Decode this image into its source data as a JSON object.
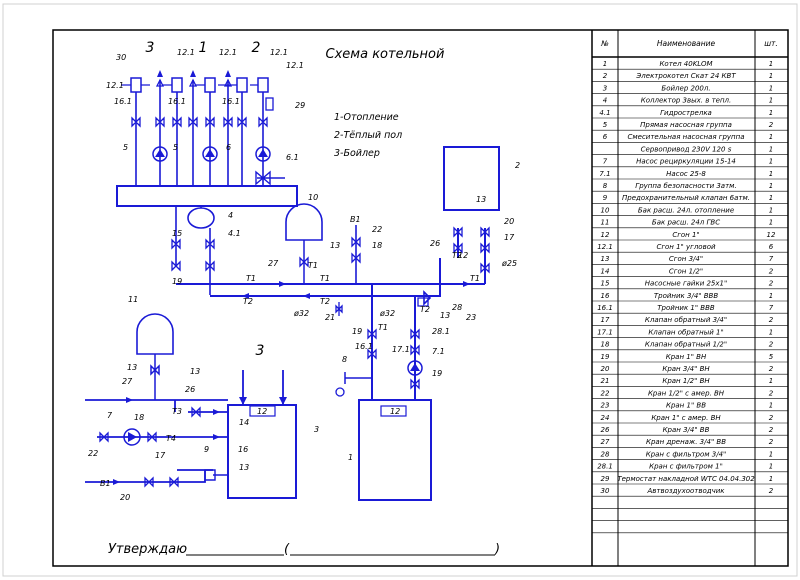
{
  "title": "Схема котельной",
  "legend": [
    "1-Отопление",
    "2-Тёплый пол",
    "3-Бойлер"
  ],
  "circuit_labels": {
    "c3": "3",
    "c1": "1",
    "c2": "2",
    "boiler_group": "3"
  },
  "approve": {
    "label": "Утверждаю",
    "paren_open": "(",
    "paren_close": ")"
  },
  "table": {
    "headers": {
      "num": "№",
      "name": "Наименование",
      "qty": "шт."
    },
    "rows": [
      {
        "n": "1",
        "name": "Котел 40KLOM",
        "q": "1"
      },
      {
        "n": "2",
        "name": "Электрокотел Скат 24 КВТ",
        "q": "1"
      },
      {
        "n": "3",
        "name": "Бойлер 200л.",
        "q": "1"
      },
      {
        "n": "4",
        "name": "Коллектор 3вых. в тепл.",
        "q": "1"
      },
      {
        "n": "4.1",
        "name": "Гидрострелка",
        "q": "1"
      },
      {
        "n": "5",
        "name": "Прямая насосная группа",
        "q": "2"
      },
      {
        "n": "6",
        "name": "Смесительная насосная группа",
        "q": "1"
      },
      {
        "n": "",
        "name": "Сервопривод 230V 120 s",
        "q": "1"
      },
      {
        "n": "7",
        "name": "Насос рециркуляции 15-14",
        "q": "1"
      },
      {
        "n": "7.1",
        "name": "Насос 25-8",
        "q": "1"
      },
      {
        "n": "8",
        "name": "Группа безопасности 3атм.",
        "q": "1"
      },
      {
        "n": "9",
        "name": "Предохранительный клапан 6атм.",
        "q": "1"
      },
      {
        "n": "10",
        "name": "Бак расш. 24л. отопление",
        "q": "1"
      },
      {
        "n": "11",
        "name": "Бак расш. 24л ГВС",
        "q": "1"
      },
      {
        "n": "12",
        "name": "Сгон 1\"",
        "q": "12"
      },
      {
        "n": "12.1",
        "name": "Сгон 1\" угловой",
        "q": "6"
      },
      {
        "n": "13",
        "name": "Сгон 3/4\"",
        "q": "7"
      },
      {
        "n": "14",
        "name": "Сгон 1/2\"",
        "q": "2"
      },
      {
        "n": "15",
        "name": "Насосные гайки 25х1\"",
        "q": "2"
      },
      {
        "n": "16",
        "name": "Тройник 3/4\" ВВВ",
        "q": "1"
      },
      {
        "n": "16.1",
        "name": "Тройник 1\" ВВВ",
        "q": "7"
      },
      {
        "n": "17",
        "name": "Клапан обратный 3/4\"",
        "q": "2"
      },
      {
        "n": "17.1",
        "name": "Клапан обратный 1\"",
        "q": "1"
      },
      {
        "n": "18",
        "name": "Клапан обратный 1/2\"",
        "q": "2"
      },
      {
        "n": "19",
        "name": "Кран 1\" ВН",
        "q": "5"
      },
      {
        "n": "20",
        "name": "Кран 3/4\" ВН",
        "q": "2"
      },
      {
        "n": "21",
        "name": "Кран 1/2\" ВН",
        "q": "1"
      },
      {
        "n": "22",
        "name": "Кран 1/2\" с амер. ВН",
        "q": "2"
      },
      {
        "n": "23",
        "name": "Кран 1\" ВВ",
        "q": "1"
      },
      {
        "n": "24",
        "name": "Кран 1\" с амер. ВН",
        "q": "2"
      },
      {
        "n": "26",
        "name": "Кран 3/4\" ВВ",
        "q": "2"
      },
      {
        "n": "27",
        "name": "Кран дренаж. 3/4\" ВВ",
        "q": "2"
      },
      {
        "n": "28",
        "name": "Кран с фильтром 3/4\"",
        "q": "1"
      },
      {
        "n": "28.1",
        "name": "Кран с фильтром 1\"",
        "q": "1"
      },
      {
        "n": "29",
        "name": "Термостат накладной WTC 04.04.302",
        "q": "1"
      },
      {
        "n": "30",
        "name": "Автвоздухоотводчик",
        "q": "2"
      }
    ]
  },
  "component_labels": {
    "boiler1": "1",
    "boiler2": "2",
    "tank3": "3",
    "collector": "4",
    "hydro": "4.1",
    "pump5a": "5",
    "pump5b": "5",
    "mix6": "6",
    "servo": "6.1",
    "pump7": "7",
    "pump71": "7.1",
    "safety8": "8",
    "valve9": "9",
    "exp10": "10",
    "exp11": "11",
    "l12": "12",
    "l12b": "12",
    "l12c": "12",
    "l121": "12.1",
    "l13": "13",
    "l14": "14",
    "l15": "15",
    "l16": "16",
    "l161": "16.1",
    "l17": "17",
    "l171": "17.1",
    "l18": "18",
    "l19": "19",
    "l20": "20",
    "l21": "21",
    "l22": "22",
    "l23": "23",
    "l26": "26",
    "l27": "27",
    "l28": "28",
    "l281": "28.1",
    "l29": "29",
    "l30": "30"
  },
  "pipe_labels": {
    "t1": "T1",
    "t2": "T2",
    "t3": "T3",
    "t4": "T4",
    "b1": "B1",
    "d32": "ø32",
    "d25": "ø25"
  }
}
